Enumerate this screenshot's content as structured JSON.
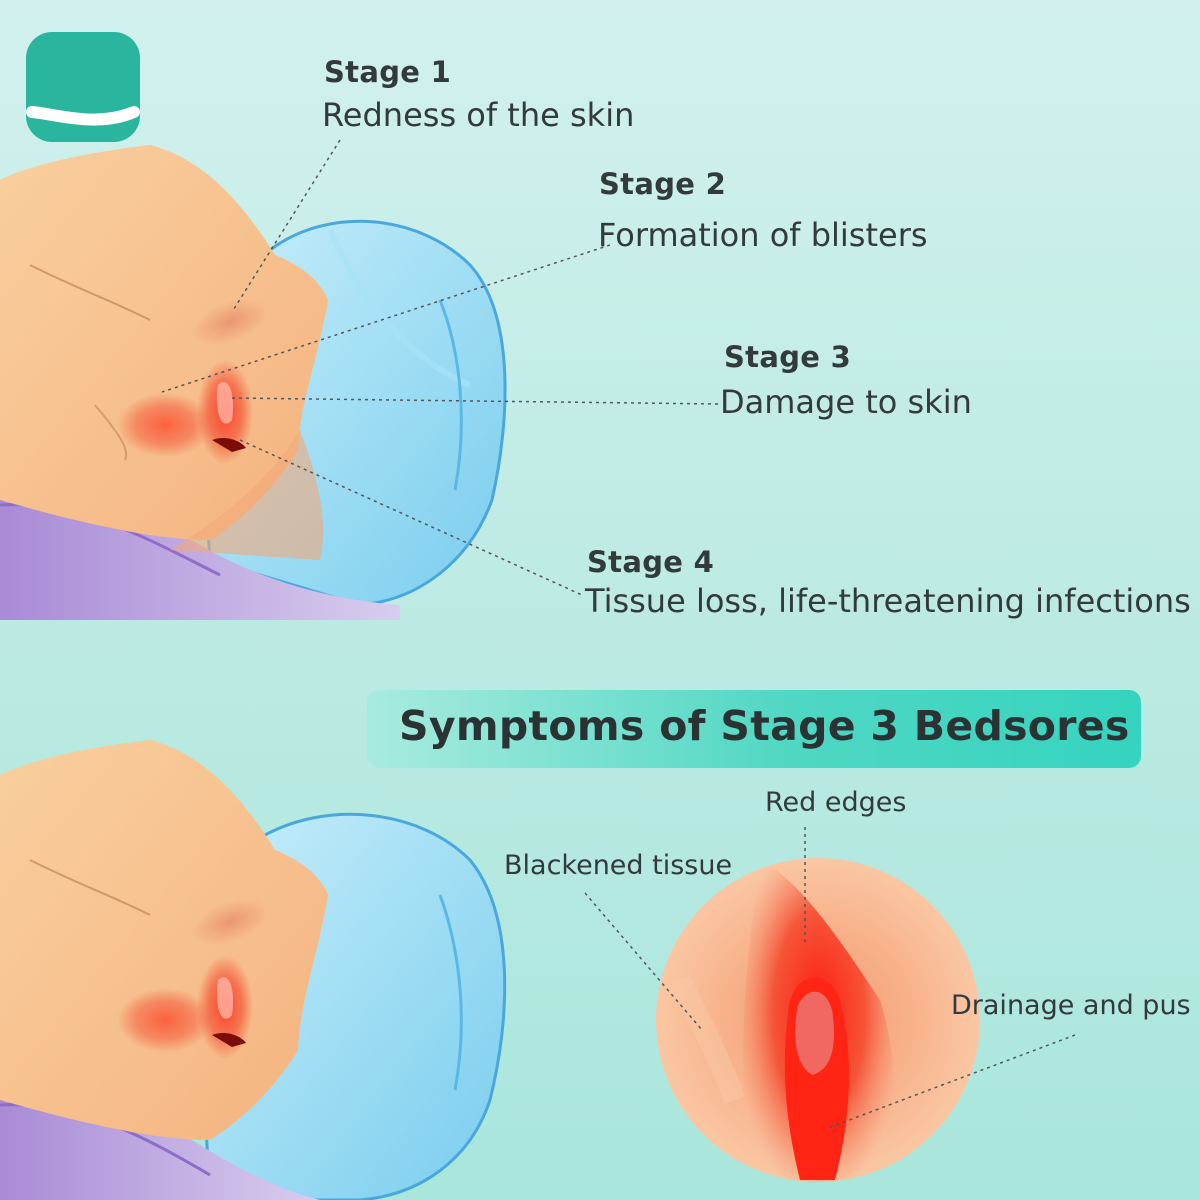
{
  "logo": {
    "icon": "smile-logo-icon",
    "color": "#2ab69e"
  },
  "stages": [
    {
      "title": "Stage 1",
      "description": "Redness of the skin"
    },
    {
      "title": "Stage 2",
      "description": "Formation of blisters"
    },
    {
      "title": "Stage 3",
      "description": "Damage to skin"
    },
    {
      "title": "Stage 4",
      "description": "Tissue loss, life-threatening infections"
    }
  ],
  "symptoms": {
    "heading": "Symptoms of Stage 3 Bedsores",
    "labels": {
      "red_edges": "Red edges",
      "blackened_tissue": "Blackened tissue",
      "drainage": "Drainage and pus"
    }
  },
  "colors": {
    "skin": "#f7c18f",
    "pillow": "#8fd6f2",
    "blanket": "#b9a3dc",
    "wound": "#ee3b28",
    "accent": "#35d4bf"
  }
}
